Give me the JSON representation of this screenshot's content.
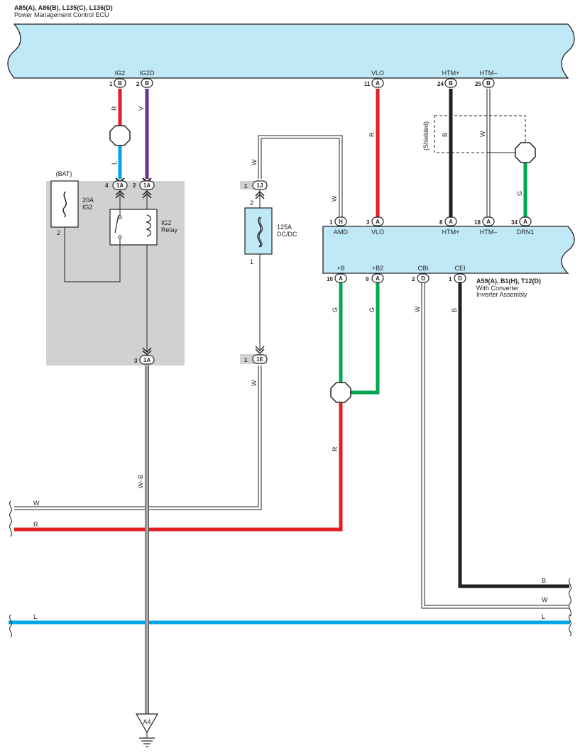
{
  "ecu": {
    "title": "A85(A), A86(B), L135(C), L136(D)",
    "subtitle": "Power Management Control ECU",
    "terminals": [
      {
        "name": "IG2",
        "pin": "1",
        "conn": "B"
      },
      {
        "name": "IG2D",
        "pin": "2",
        "conn": "B"
      },
      {
        "name": "VLO",
        "pin": "11",
        "conn": "A"
      },
      {
        "name": "HTM+",
        "pin": "24",
        "conn": "B"
      },
      {
        "name": "HTM–",
        "pin": "25",
        "conn": "B"
      }
    ]
  },
  "inverter": {
    "title": "A59(A), B1(H), T12(D)",
    "line1": "With Converter",
    "line2": "Inverter Assembly",
    "top_terminals": [
      {
        "name": "AMD",
        "pin": "1",
        "conn": "H"
      },
      {
        "name": "VLO",
        "pin": "3",
        "conn": "A"
      },
      {
        "name": "HTM+",
        "pin": "8",
        "conn": "A"
      },
      {
        "name": "HTM–",
        "pin": "18",
        "conn": "A"
      },
      {
        "name": "DRN1",
        "pin": "34",
        "conn": "A"
      }
    ],
    "bottom_terminals": [
      {
        "name": "+B",
        "pin": "10",
        "conn": "A"
      },
      {
        "name": "+B2",
        "pin": "9",
        "conn": "A"
      },
      {
        "name": "CBI",
        "pin": "2",
        "conn": "D"
      },
      {
        "name": "CEI",
        "pin": "1",
        "conn": "D"
      }
    ]
  },
  "junction_block": {
    "bat_label": "(BAT)",
    "fuse_20a": "20A",
    "fuse_20a_name": "IG2",
    "fuse_pin": "2",
    "relay_name": "IG2",
    "relay_word": "Relay",
    "pin_4": "4",
    "pin_2": "2",
    "pin_3": "3",
    "conn_1a": "1A"
  },
  "dcdc_fuse": {
    "top_pin": "1",
    "top_conn": "1J",
    "fuse_top_pin": "2",
    "rating": "125A",
    "name": "DC/DC",
    "fuse_bottom_pin": "1",
    "bottom_pin": "1",
    "bottom_conn": "1E"
  },
  "shielded_label": "(Shielded)",
  "wire_labels": {
    "ig2_r": "R",
    "ig2_l": "L",
    "ig2d_v": "V",
    "dcdc_w_top": "W",
    "amd_w": "W",
    "vlo_r": "R",
    "htm_b": "B",
    "htm_w": "W",
    "drn_g": "G",
    "b_g": "G",
    "b2_g": "G",
    "cbi_w": "W",
    "cei_b": "B",
    "r_main": "R",
    "dcdc_w_bot": "W",
    "ground_wb": "W–B",
    "bus_w": "W",
    "bus_r": "R",
    "bus_l_left": "L",
    "right_b": "B",
    "right_w": "W",
    "right_l": "L"
  },
  "ground": {
    "label": "A4"
  },
  "colors": {
    "red": "#e31e24",
    "blue": "#00a6e4",
    "violet": "#6a3491",
    "green": "#00a651",
    "black": "#231f20",
    "panel": "#bfe9f7",
    "junction_gray": "#d0d1d3"
  }
}
